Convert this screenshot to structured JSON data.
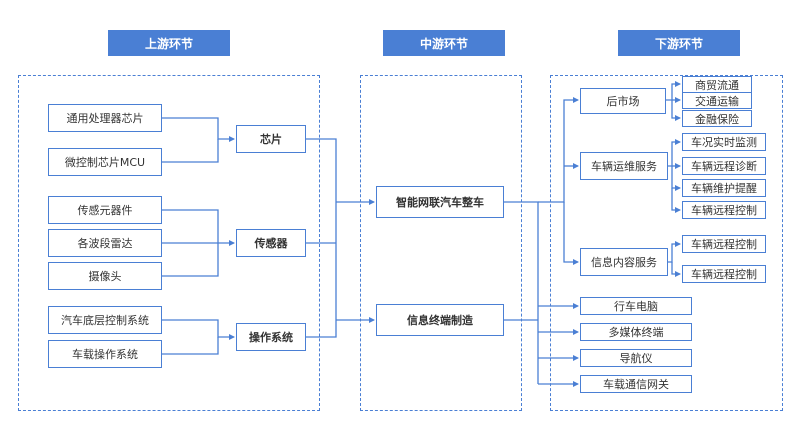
{
  "headers": {
    "upstream": "上游环节",
    "midstream": "中游环节",
    "downstream": "下游环节"
  },
  "upstream": {
    "chips": {
      "label": "芯片",
      "items": [
        "通用处理器芯片",
        "微控制芯片MCU"
      ]
    },
    "sensors": {
      "label": "传感器",
      "items": [
        "传感元器件",
        "各波段雷达",
        "摄像头"
      ]
    },
    "os": {
      "label": "操作系统",
      "items": [
        "汽车底层控制系统",
        "车载操作系统"
      ]
    }
  },
  "midstream": {
    "vehicle": "智能网联汽车整车",
    "terminal": "信息终端制造"
  },
  "downstream": {
    "aftermarket": {
      "label": "后市场",
      "items": [
        "商贸流通",
        "交通运输",
        "金融保险"
      ]
    },
    "ops": {
      "label": "车辆运维服务",
      "items": [
        "车况实时监测",
        "车辆远程诊断",
        "车辆维护提醒",
        "车辆远程控制"
      ]
    },
    "info": {
      "label": "信息内容服务",
      "items": [
        "车辆远程控制",
        "车辆远程控制"
      ]
    },
    "devices": [
      "行车电脑",
      "多媒体终端",
      "导航仪",
      "车载通信网关"
    ]
  },
  "colors": {
    "accent": "#4a7fd4",
    "text": "#333333"
  }
}
